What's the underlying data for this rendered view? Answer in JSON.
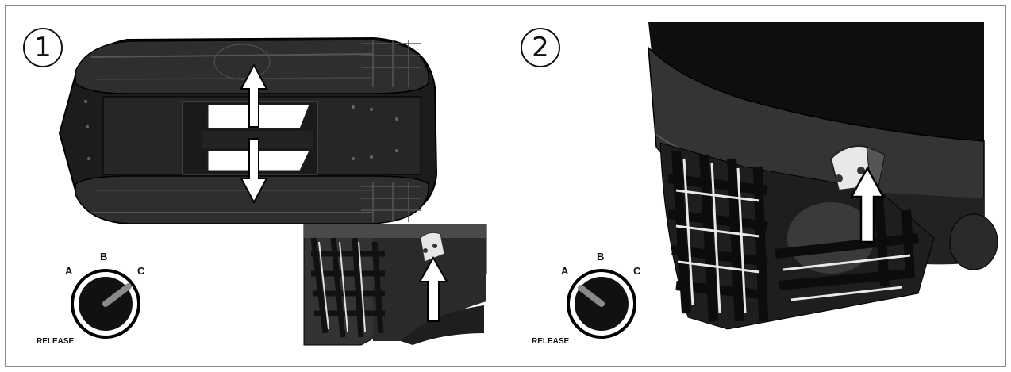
{
  "steps": [
    {
      "number": "1",
      "knob": {
        "labels": {
          "a": "A",
          "b": "B",
          "c": "C"
        },
        "release": "RELEASE",
        "position": "C"
      }
    },
    {
      "number": "2",
      "knob": {
        "labels": {
          "a": "A",
          "b": "B",
          "c": "C"
        },
        "release": "RELEASE",
        "position": "A"
      }
    }
  ],
  "colors": {
    "body": "#2a2a2a",
    "dark": "#161616",
    "highlight": "#5a5a5a",
    "outline": "#111111",
    "arrow": "#ffffff"
  }
}
